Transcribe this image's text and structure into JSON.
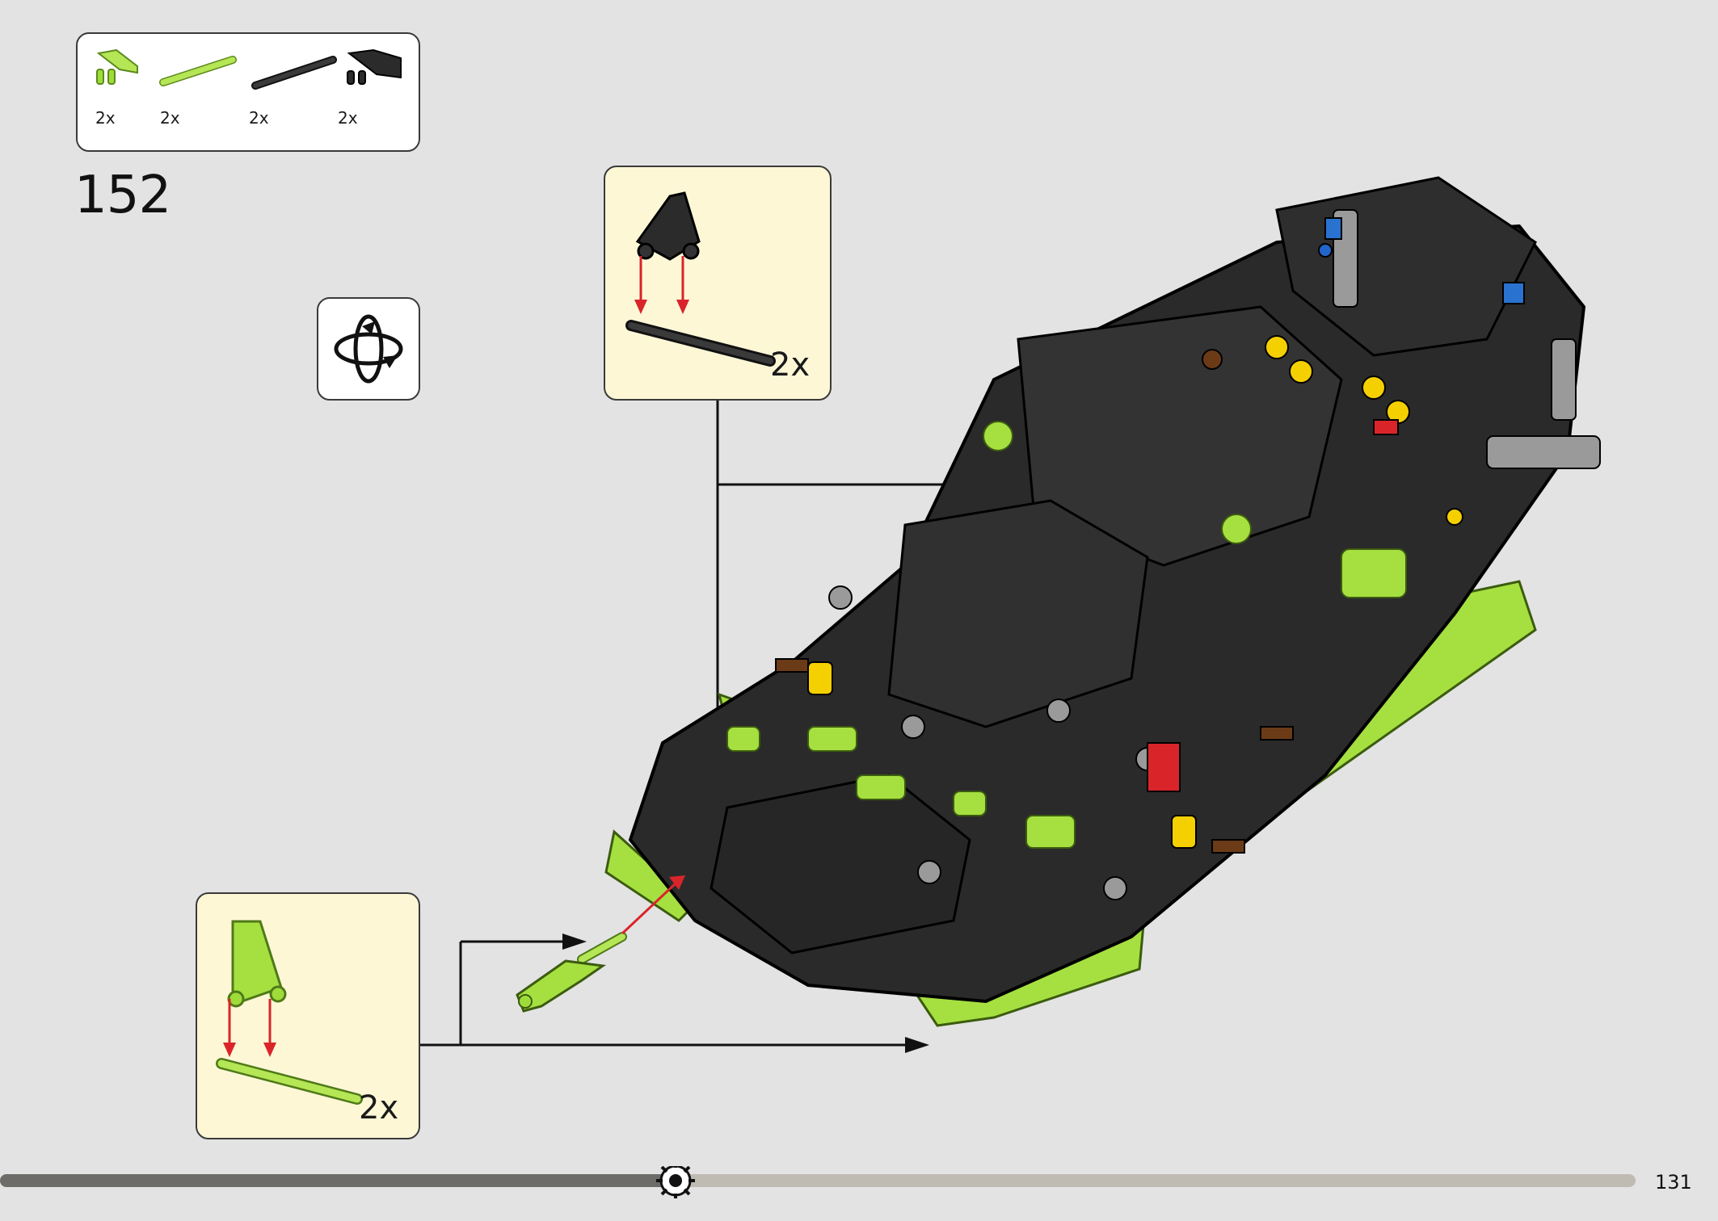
{
  "step": {
    "number": "152"
  },
  "parts_list": [
    {
      "qty": "2x",
      "icon": "lime-clip-plate-icon",
      "color": "#9fdc3a"
    },
    {
      "qty": "2x",
      "icon": "lime-axle-icon",
      "color": "#b5e655"
    },
    {
      "qty": "2x",
      "icon": "black-axle-icon",
      "color": "#2b2b2b"
    },
    {
      "qty": "2x",
      "icon": "black-clip-plate-icon",
      "color": "#2b2b2b"
    }
  ],
  "sub_assembly_top": {
    "multiplier": "2x",
    "part_color": "#2b2b2b"
  },
  "sub_assembly_bottom": {
    "multiplier": "2x",
    "part_color": "#a6e040"
  },
  "rotate_icon": "rotate-model-icon",
  "page": {
    "number": "131"
  },
  "colors": {
    "accent_lime": "#a6e040",
    "arrow_red": "#d9252a",
    "callout_bg": "#fdf7d6"
  }
}
